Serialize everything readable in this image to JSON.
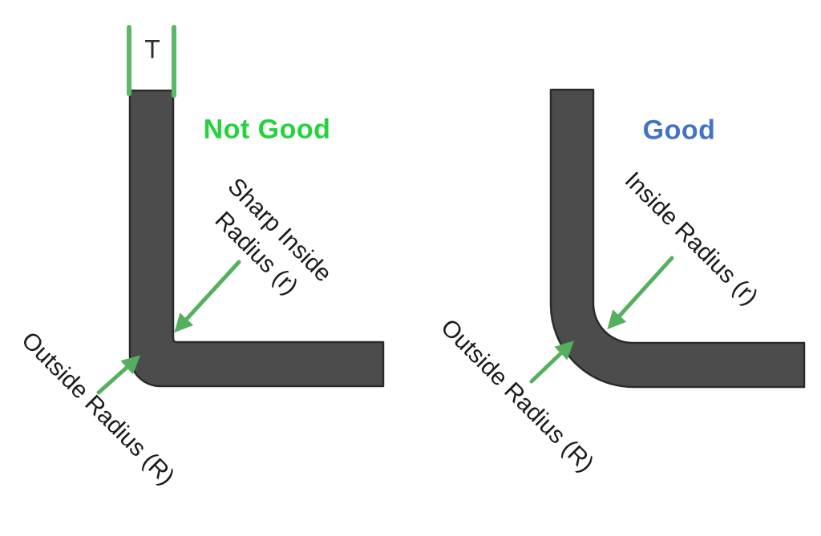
{
  "left_diagram": {
    "verdict": "Not Good",
    "thickness_label": "T",
    "inside_label_line1": "Sharp Inside",
    "inside_label_line2": "Radius (r)",
    "outside_label": "Outside Radius (R)"
  },
  "right_diagram": {
    "verdict": "Good",
    "inside_label": "Inside Radius (r)",
    "outside_label": "Outside Radius (R)"
  },
  "colors": {
    "metal_fill": "#4c4c4c",
    "metal_stroke": "#2a2a2a",
    "arrow_green": "#54b05e",
    "tick_green": "#5cb866",
    "not_good_green": "#22d43a",
    "good_blue": "#4472c4",
    "label_black": "#1b1b1b"
  }
}
